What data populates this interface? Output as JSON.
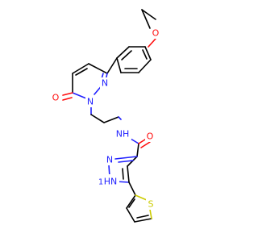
{
  "molecule": {
    "atoms": {
      "ether_o": {
        "label": "O",
        "color": "#ff0d0d"
      },
      "carbonyl_o_ring": {
        "label": "O",
        "color": "#ff0d0d"
      },
      "amide_o": {
        "label": "O",
        "color": "#ff0d0d"
      },
      "pyridazine_n1": {
        "label": "N",
        "color": "#2020ff"
      },
      "pyridazine_n2": {
        "label": "N",
        "color": "#2020ff"
      },
      "amide_nh": {
        "label": "NH",
        "color": "#2020ff"
      },
      "pyrazole_n": {
        "label": "N",
        "color": "#2020ff"
      },
      "pyrazole_nh": {
        "label": "HN",
        "color": "#2020ff"
      },
      "pyrazole_h_number": {
        "label": "1",
        "color": "#2020ff"
      },
      "thiophene_s": {
        "label": "S",
        "color": "#cccc00"
      }
    },
    "colors": {
      "carbon_bond": "#000000",
      "nitrogen": "#2020ff",
      "oxygen": "#ff0d0d",
      "sulfur": "#cccc00",
      "background": "#ffffff"
    }
  }
}
